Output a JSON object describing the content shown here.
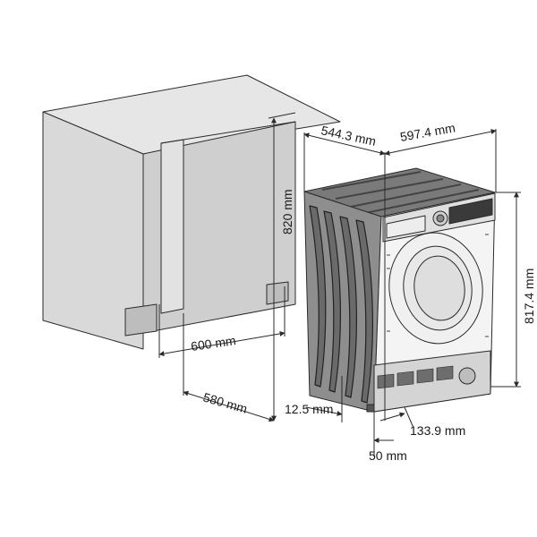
{
  "dimensions": {
    "depth_top": "544.3 mm",
    "width_top": "597.4 mm",
    "height_niche": "820 mm",
    "height_machine": "817.4 mm",
    "niche_width": "600 mm",
    "niche_depth": "580 mm",
    "foot_offset": "12.5 mm",
    "plinth_height": "50 mm",
    "plinth_depth": "133.9 mm"
  },
  "colors": {
    "line": "#2b2b2b",
    "cabinet_fill": "#dcdcdc",
    "cabinet_dark": "#c8c8c8",
    "machine_side": "#8e8e8e",
    "machine_top": "#6f6f6f",
    "machine_front": "#f4f4f4"
  }
}
